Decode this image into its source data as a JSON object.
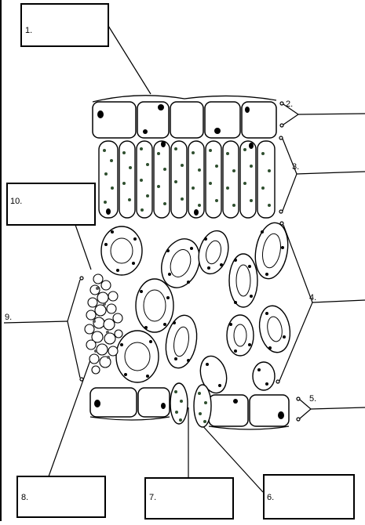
{
  "labels": [
    {
      "id": "1",
      "text": "1."
    },
    {
      "id": "2",
      "text": "2."
    },
    {
      "id": "3",
      "text": "3."
    },
    {
      "id": "4",
      "text": "4."
    },
    {
      "id": "5",
      "text": "5."
    },
    {
      "id": "6",
      "text": "6."
    },
    {
      "id": "7",
      "text": "7."
    },
    {
      "id": "8",
      "text": "8."
    },
    {
      "id": "9",
      "text": "9."
    },
    {
      "id": "10",
      "text": "10."
    }
  ],
  "colors": {
    "line": "#000000",
    "cell_fill": "#ffffff",
    "chloroplast": "#2f4f2f",
    "nucleus": "#000000"
  }
}
